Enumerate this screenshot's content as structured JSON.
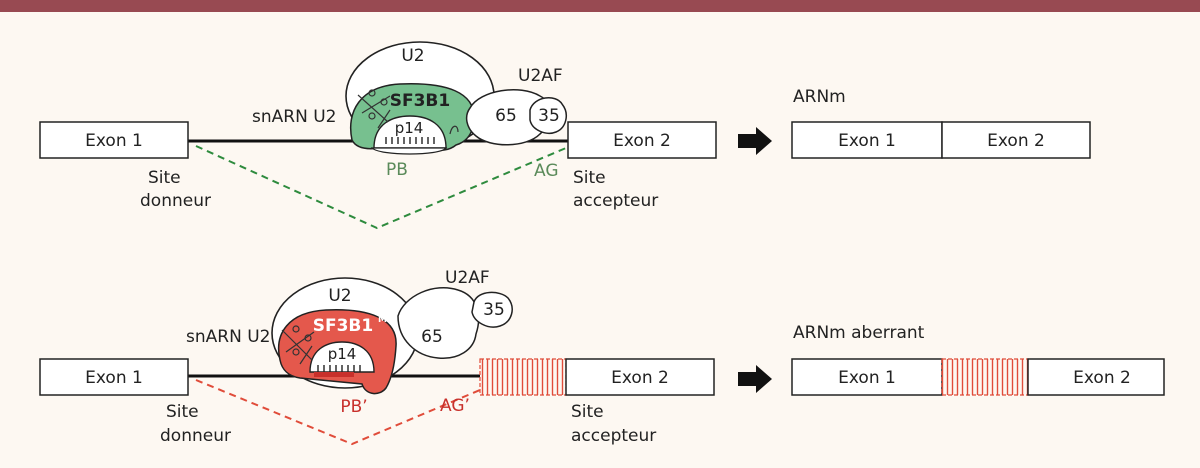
{
  "colors": {
    "top_bar": "#984a52",
    "background": "#fdf8f2",
    "wild_type_green": "#77c08f",
    "mutant_red": "#e4584c",
    "normal_splice_line": "#2e8b3e",
    "aberrant_splice_line": "#e04c3a",
    "green_label": "#5a8a5a",
    "red_label": "#c8302b"
  },
  "normal": {
    "exon1": "Exon 1",
    "exon2": "Exon 2",
    "site_donneur": [
      "Site",
      "donneur"
    ],
    "site_accepteur": [
      "Site",
      "accepteur"
    ],
    "snarn_u2": "snARN U2",
    "u2": "U2",
    "sf3b1": "SF3B1",
    "p14": "p14",
    "u2af": "U2AF",
    "u2af65": "65",
    "u2af35": "35",
    "pb": "PB",
    "ag": "AG",
    "mrna_title": "ARNm",
    "mrna_exon1": "Exon 1",
    "mrna_exon2": "Exon 2"
  },
  "mutant": {
    "exon1": "Exon 1",
    "exon2": "Exon 2",
    "site_donneur": [
      "Site",
      "donneur"
    ],
    "site_accepteur": [
      "Site",
      "accepteur"
    ],
    "snarn_u2": "snARN U2",
    "u2": "U2",
    "sf3b1": "SF3B1",
    "sf3b1_sup": "MUT",
    "p14": "p14",
    "u2af": "U2AF",
    "u2af65": "65",
    "u2af35": "35",
    "pb": "PB’",
    "ag": "AG’",
    "mrna_title": "ARNm aberrant",
    "mrna_exon1": "Exon 1",
    "mrna_exon2": "Exon 2"
  },
  "arrow_icon": "right-arrow-icon"
}
